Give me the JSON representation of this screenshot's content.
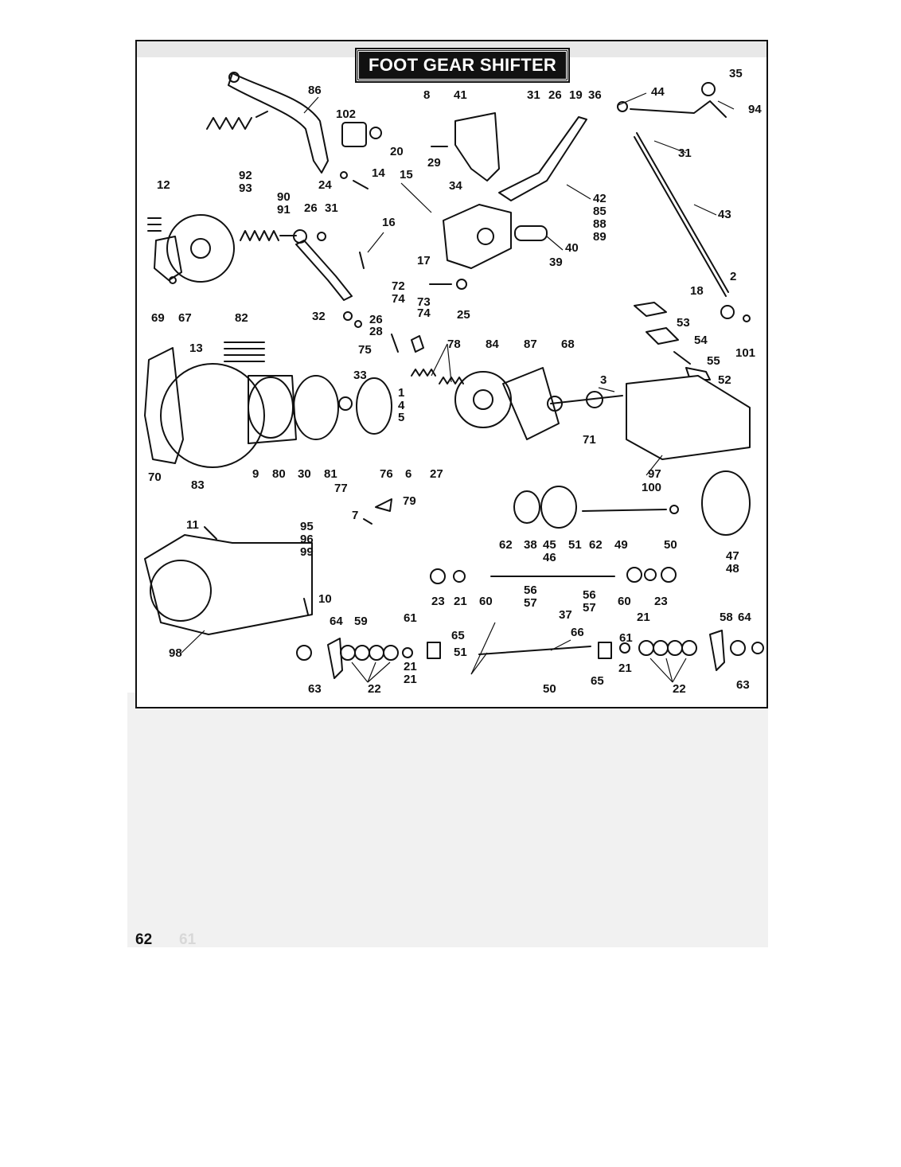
{
  "page": {
    "title": "FOOT GEAR SHIFTER",
    "page_number": "62",
    "mirror_page_number": "61"
  },
  "callouts": [
    {
      "id": "c86",
      "text": "86"
    },
    {
      "id": "c102",
      "text": "102"
    },
    {
      "id": "c20",
      "text": "20"
    },
    {
      "id": "c8",
      "text": "8"
    },
    {
      "id": "c41",
      "text": "41"
    },
    {
      "id": "c31a",
      "text": "31"
    },
    {
      "id": "c26a",
      "text": "26"
    },
    {
      "id": "c19",
      "text": "19"
    },
    {
      "id": "c36",
      "text": "36"
    },
    {
      "id": "c44",
      "text": "44"
    },
    {
      "id": "c35",
      "text": "35"
    },
    {
      "id": "c94",
      "text": "94"
    },
    {
      "id": "c31b",
      "text": "31"
    },
    {
      "id": "c29",
      "text": "29"
    },
    {
      "id": "c92",
      "text": "92"
    },
    {
      "id": "c93",
      "text": "93"
    },
    {
      "id": "c12",
      "text": "12"
    },
    {
      "id": "c14",
      "text": "14"
    },
    {
      "id": "c24",
      "text": "24"
    },
    {
      "id": "c15",
      "text": "15"
    },
    {
      "id": "c34",
      "text": "34"
    },
    {
      "id": "c42",
      "text": "42"
    },
    {
      "id": "c85",
      "text": "85"
    },
    {
      "id": "c88",
      "text": "88"
    },
    {
      "id": "c89",
      "text": "89"
    },
    {
      "id": "c43",
      "text": "43"
    },
    {
      "id": "c90",
      "text": "90"
    },
    {
      "id": "c91",
      "text": "91"
    },
    {
      "id": "c26b",
      "text": "26"
    },
    {
      "id": "c31c",
      "text": "31"
    },
    {
      "id": "c16",
      "text": "16"
    },
    {
      "id": "c40",
      "text": "40"
    },
    {
      "id": "c39",
      "text": "39"
    },
    {
      "id": "c17",
      "text": "17"
    },
    {
      "id": "c72",
      "text": "72"
    },
    {
      "id": "c74a",
      "text": "74"
    },
    {
      "id": "c73",
      "text": "73"
    },
    {
      "id": "c74b",
      "text": "74"
    },
    {
      "id": "c25",
      "text": "25"
    },
    {
      "id": "c18",
      "text": "18"
    },
    {
      "id": "c2",
      "text": "2"
    },
    {
      "id": "c69",
      "text": "69"
    },
    {
      "id": "c67",
      "text": "67"
    },
    {
      "id": "c82",
      "text": "82"
    },
    {
      "id": "c32",
      "text": "32"
    },
    {
      "id": "c26c",
      "text": "26"
    },
    {
      "id": "c28",
      "text": "28"
    },
    {
      "id": "c53",
      "text": "53"
    },
    {
      "id": "c54",
      "text": "54"
    },
    {
      "id": "c101",
      "text": "101"
    },
    {
      "id": "c13",
      "text": "13"
    },
    {
      "id": "c75",
      "text": "75"
    },
    {
      "id": "c78",
      "text": "78"
    },
    {
      "id": "c84",
      "text": "84"
    },
    {
      "id": "c87",
      "text": "87"
    },
    {
      "id": "c68",
      "text": "68"
    },
    {
      "id": "c55",
      "text": "55"
    },
    {
      "id": "c52",
      "text": "52"
    },
    {
      "id": "c33",
      "text": "33"
    },
    {
      "id": "c3",
      "text": "3"
    },
    {
      "id": "c1",
      "text": "1"
    },
    {
      "id": "c4",
      "text": "4"
    },
    {
      "id": "c5",
      "text": "5"
    },
    {
      "id": "c71",
      "text": "71"
    },
    {
      "id": "c70",
      "text": "70"
    },
    {
      "id": "c83",
      "text": "83"
    },
    {
      "id": "c9",
      "text": "9"
    },
    {
      "id": "c80",
      "text": "80"
    },
    {
      "id": "c30",
      "text": "30"
    },
    {
      "id": "c81",
      "text": "81"
    },
    {
      "id": "c77",
      "text": "77"
    },
    {
      "id": "c76",
      "text": "76"
    },
    {
      "id": "c6",
      "text": "6"
    },
    {
      "id": "c27",
      "text": "27"
    },
    {
      "id": "c97",
      "text": "97"
    },
    {
      "id": "c100",
      "text": "100"
    },
    {
      "id": "c79",
      "text": "79"
    },
    {
      "id": "c7",
      "text": "7"
    },
    {
      "id": "c11",
      "text": "11"
    },
    {
      "id": "c95",
      "text": "95"
    },
    {
      "id": "c96",
      "text": "96"
    },
    {
      "id": "c99",
      "text": "99"
    },
    {
      "id": "c62a",
      "text": "62"
    },
    {
      "id": "c38",
      "text": "38"
    },
    {
      "id": "c45",
      "text": "45"
    },
    {
      "id": "c46",
      "text": "46"
    },
    {
      "id": "c51a",
      "text": "51"
    },
    {
      "id": "c62b",
      "text": "62"
    },
    {
      "id": "c49",
      "text": "49"
    },
    {
      "id": "c50a",
      "text": "50"
    },
    {
      "id": "c47",
      "text": "47"
    },
    {
      "id": "c48",
      "text": "48"
    },
    {
      "id": "c10",
      "text": "10"
    },
    {
      "id": "c23a",
      "text": "23"
    },
    {
      "id": "c21a",
      "text": "21"
    },
    {
      "id": "c60a",
      "text": "60"
    },
    {
      "id": "c56a",
      "text": "56"
    },
    {
      "id": "c57a",
      "text": "57"
    },
    {
      "id": "c60b",
      "text": "60"
    },
    {
      "id": "c21b",
      "text": "21"
    },
    {
      "id": "c23b",
      "text": "23"
    },
    {
      "id": "c56b",
      "text": "56"
    },
    {
      "id": "c57b",
      "text": "57"
    },
    {
      "id": "c37",
      "text": "37"
    },
    {
      "id": "c61a",
      "text": "61"
    },
    {
      "id": "c64a",
      "text": "64"
    },
    {
      "id": "c59",
      "text": "59"
    },
    {
      "id": "c66",
      "text": "66"
    },
    {
      "id": "c61b",
      "text": "61"
    },
    {
      "id": "c58",
      "text": "58"
    },
    {
      "id": "c64b",
      "text": "64"
    },
    {
      "id": "c98",
      "text": "98"
    },
    {
      "id": "c65a",
      "text": "65"
    },
    {
      "id": "c51b",
      "text": "51"
    },
    {
      "id": "c21c",
      "text": "21"
    },
    {
      "id": "c65b",
      "text": "65"
    },
    {
      "id": "c21d",
      "text": "21"
    },
    {
      "id": "c63a",
      "text": "63"
    },
    {
      "id": "c22a",
      "text": "22"
    },
    {
      "id": "c21e",
      "text": "21"
    },
    {
      "id": "c50b",
      "text": "50"
    },
    {
      "id": "c22b",
      "text": "22"
    },
    {
      "id": "c63b",
      "text": "63"
    }
  ]
}
